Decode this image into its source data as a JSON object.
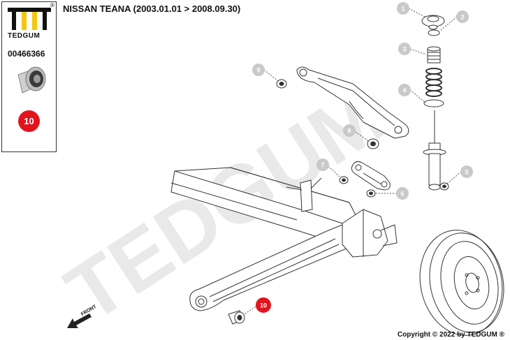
{
  "header": {
    "title": "NISSAN TEANA (2003.01.01 > 2008.09.30)"
  },
  "brand": {
    "name": "TEDGUM",
    "registered": "®",
    "accent_color": "#e3131d",
    "logo_icon": "tedgum-logo-icon"
  },
  "product": {
    "part_number": "00466366",
    "position_number": "10",
    "thumbnail_icon": "bushing-thumbnail-icon"
  },
  "diagram": {
    "watermark": "TEDGUM",
    "front_label": "FRONT",
    "callouts": [
      {
        "num": "1",
        "style": "grey"
      },
      {
        "num": "2",
        "style": "grey"
      },
      {
        "num": "3",
        "style": "grey"
      },
      {
        "num": "4",
        "style": "grey"
      },
      {
        "num": "5",
        "style": "grey"
      },
      {
        "num": "6",
        "style": "grey"
      },
      {
        "num": "7",
        "style": "grey"
      },
      {
        "num": "8",
        "style": "grey"
      },
      {
        "num": "9",
        "style": "grey"
      },
      {
        "num": "10",
        "style": "red"
      }
    ]
  },
  "footer": {
    "copyright": "Copyright © 2022 by TEDGUM ®"
  }
}
